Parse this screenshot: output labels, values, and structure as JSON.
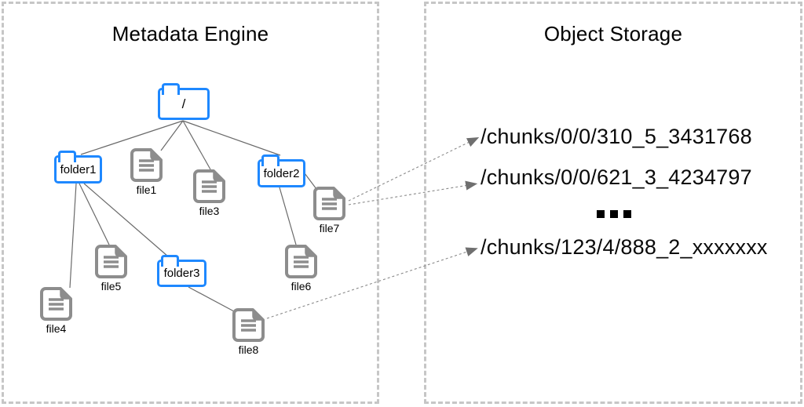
{
  "left_panel": {
    "title": "Metadata Engine"
  },
  "right_panel": {
    "title": "Object Storage",
    "chunk_paths": [
      "/chunks/0/0/310_5_3431768",
      "/chunks/0/0/621_3_4234797",
      "/chunks/123/4/888_2_xxxxxxx"
    ],
    "ellipsis": "..."
  },
  "tree": {
    "nodes": {
      "root": "/",
      "folder1": "folder1",
      "folder2": "folder2",
      "folder3": "folder3",
      "file1": "file1",
      "file3": "file3",
      "file4": "file4",
      "file5": "file5",
      "file6": "file6",
      "file7": "file7",
      "file8": "file8"
    },
    "edges": [
      [
        "root",
        "folder1"
      ],
      [
        "root",
        "file1"
      ],
      [
        "root",
        "file3"
      ],
      [
        "root",
        "folder2"
      ],
      [
        "folder1",
        "file4"
      ],
      [
        "folder1",
        "file5"
      ],
      [
        "folder1",
        "folder3"
      ],
      [
        "folder2",
        "file7"
      ],
      [
        "folder2",
        "file6"
      ],
      [
        "folder3",
        "file8"
      ]
    ],
    "chunk_mappings": [
      {
        "from": "file7",
        "to_chunk_indexes": [
          0,
          1
        ]
      },
      {
        "from": "file8",
        "to_chunk_indexes": [
          2
        ]
      }
    ]
  },
  "colors": {
    "folder_blue": "#1e88ff",
    "file_gray": "#8d8d8d",
    "panel_border": "#c6c6c6",
    "edge": "#6a6a6a",
    "arrow": "#8a8a8a",
    "text": "#000000"
  }
}
